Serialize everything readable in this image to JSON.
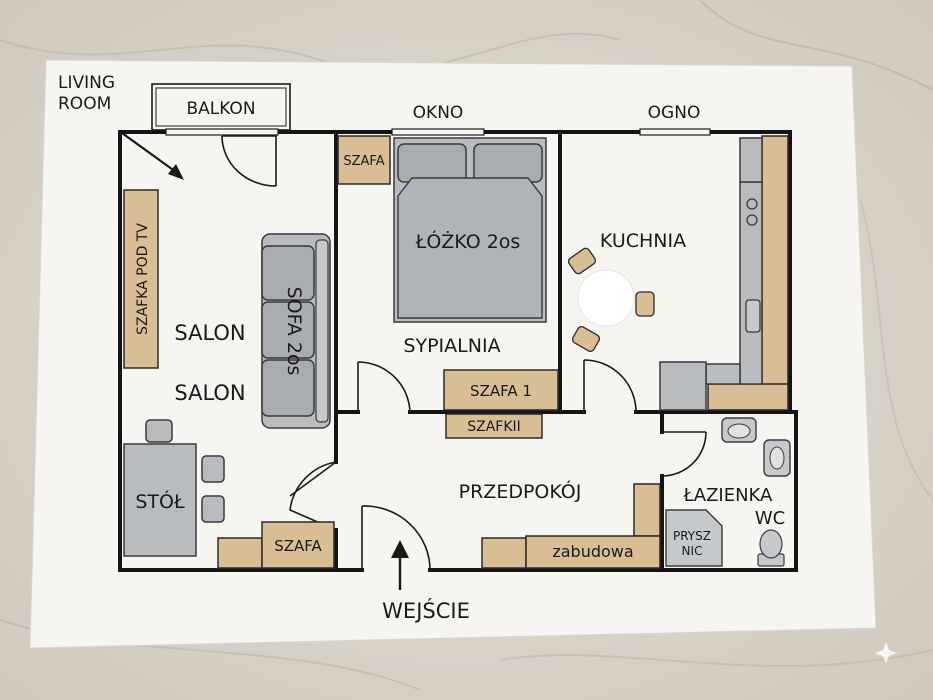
{
  "labels": {
    "living_room": "LIVING\nROOM",
    "balkon": "BALKON",
    "okno": "OKNO",
    "ogno": "OGNO",
    "szafa_bedroom": "SZAFA",
    "lozko": "ŁÓŻKO 2os",
    "kuchnia": "KUCHNIA",
    "szafka_pod_tv": "SZAFKA POD TV",
    "sofa": "SOFA 2os",
    "salon_1": "SALON",
    "salon_2": "SALON",
    "sypialnia": "SYPIALNIA",
    "szafa_1": "SZAFA 1",
    "szafkii": "SZAFKII",
    "przedpokoj": "PRZEDPOKÓJ",
    "lazienka": "ŁAZIENKA",
    "wc": "WC",
    "prysznic_1": "PRYSZ",
    "prysznic_2": "NIC",
    "stol": "STÓŁ",
    "szafa_living": "SZAFA",
    "zabudowa": "zabudowa",
    "wejscie": "WEJŚCIE"
  },
  "colors": {
    "paper": "#f6f5f2",
    "wood": "#d8bd95",
    "grey": "#b9bcbf",
    "wall": "#141414"
  }
}
